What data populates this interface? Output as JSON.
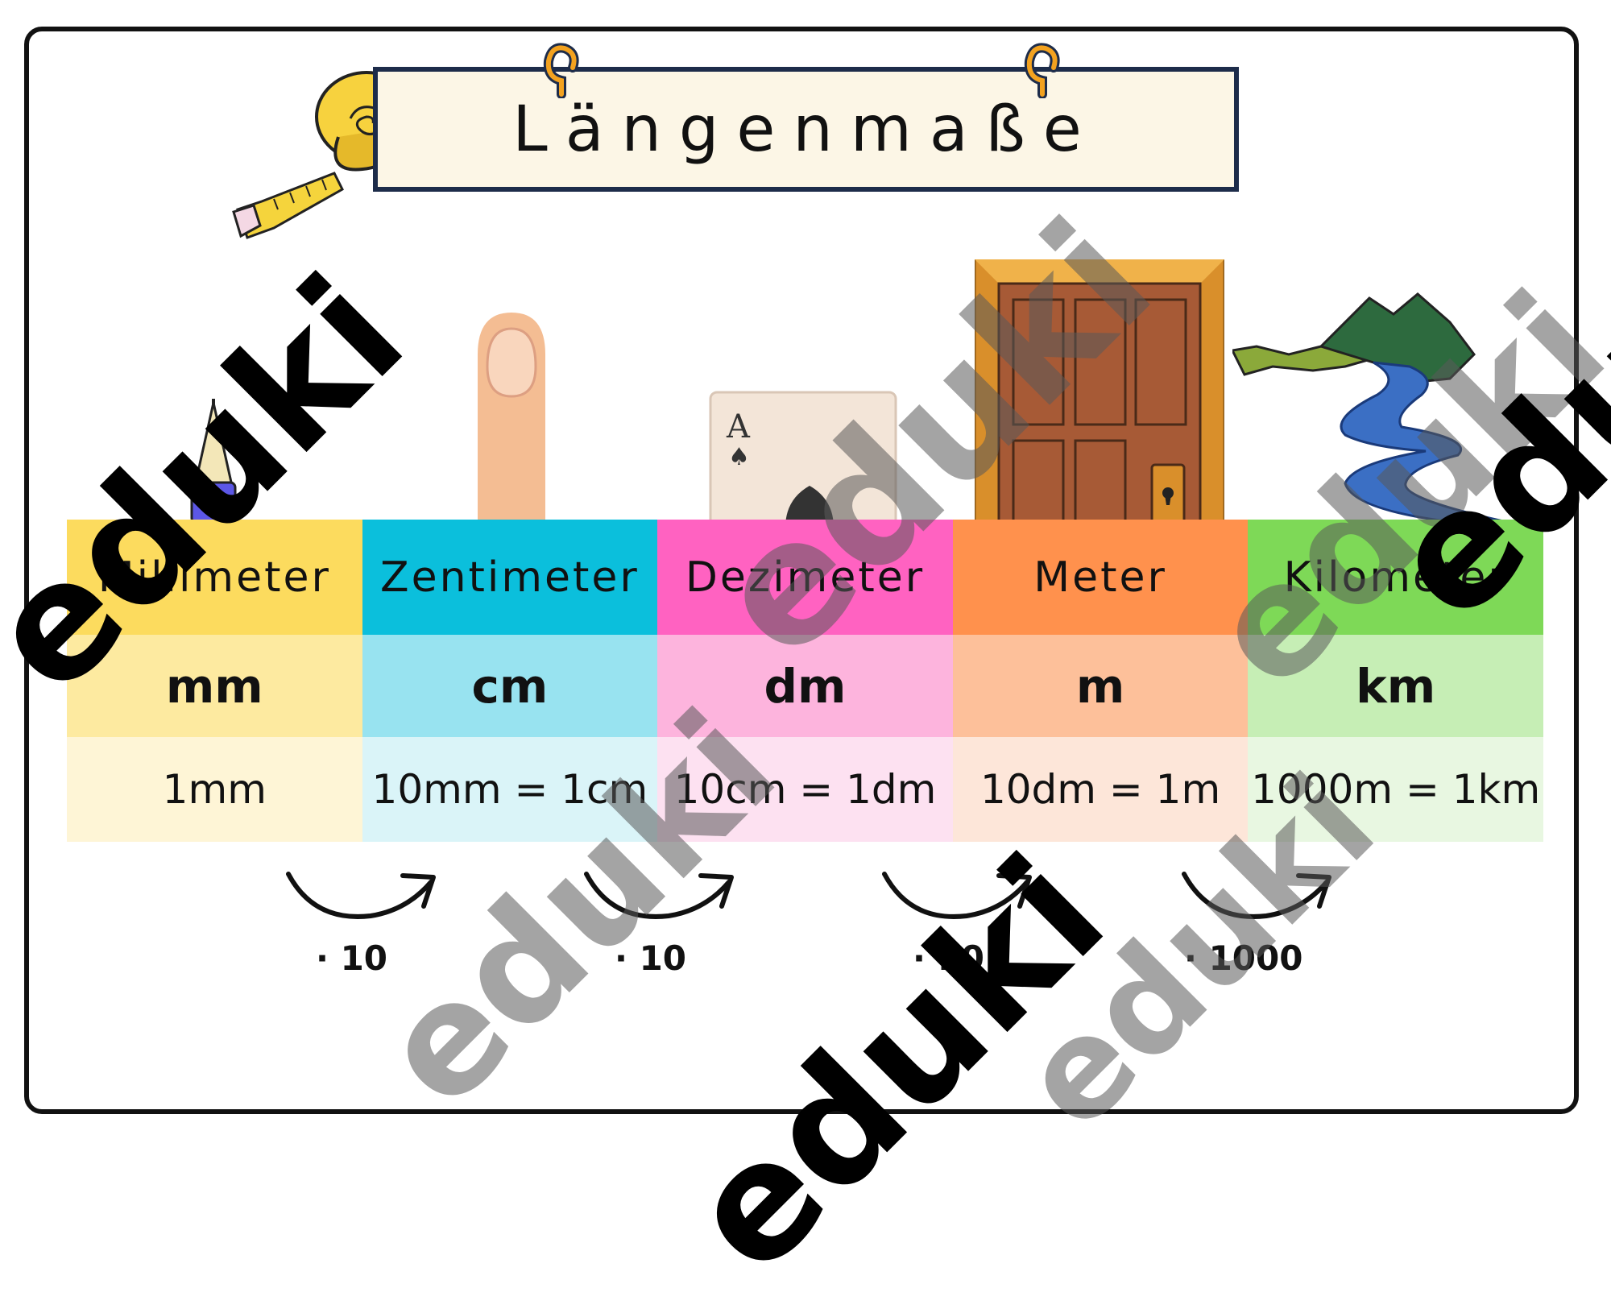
{
  "title": "Längenmaße",
  "units": [
    {
      "name": "Millimeter",
      "abbr": "mm",
      "equation": "1mm",
      "head_color": "#fcdb5e",
      "abbr_color": "#fdeaa0",
      "eq_color": "#fef5d6"
    },
    {
      "name": "Zentimeter",
      "abbr": "cm",
      "equation": "10mm = 1cm",
      "head_color": "#0bbfdc",
      "abbr_color": "#98e3f0",
      "eq_color": "#daf4f8"
    },
    {
      "name": "Dezimeter",
      "abbr": "dm",
      "equation": "10cm = 1dm",
      "head_color": "#ff62c1",
      "abbr_color": "#fdb4dd",
      "eq_color": "#fde1f1"
    },
    {
      "name": "Meter",
      "abbr": "m",
      "equation": "10dm = 1m",
      "head_color": "#ff914d",
      "abbr_color": "#fdc09a",
      "eq_color": "#fde6d9"
    },
    {
      "name": "Kilometer",
      "abbr": "km",
      "equation": "1000m = 1km",
      "head_color": "#7ed957",
      "abbr_color": "#c6eeb5",
      "eq_color": "#e8f7e1"
    }
  ],
  "conversions": [
    {
      "factor": "· 10"
    },
    {
      "factor": "· 10"
    },
    {
      "factor": "· 10"
    },
    {
      "factor": "· 1000"
    }
  ],
  "watermark": "eduki",
  "icons": [
    "tape-measure-icon",
    "pencil-icon",
    "finger-icon",
    "playing-card-icon",
    "door-icon",
    "landscape-icon",
    "arrow-icon"
  ]
}
